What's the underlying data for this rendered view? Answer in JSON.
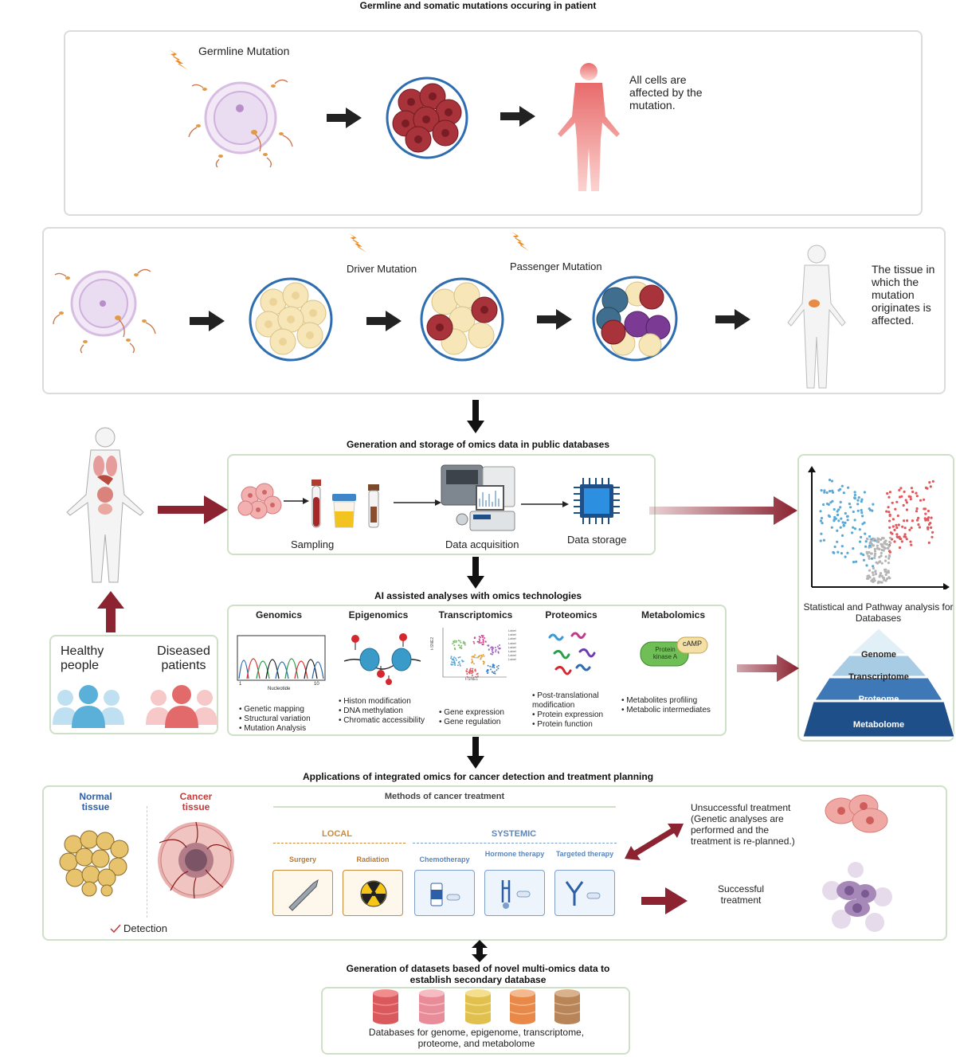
{
  "top_title": "Germline and somatic mutations occuring in patient",
  "germline": {
    "label": "Germline Mutation",
    "outcome": "All cells are affected by the mutation."
  },
  "somatic": {
    "driver_label": "Driver Mutation",
    "passenger_label": "Passenger Mutation",
    "outcome": "The tissue in which the mutation originates is affected."
  },
  "omics_generation": {
    "title": "Generation and storage of omics data in public databases",
    "sampling": "Sampling",
    "acquisition": "Data acquisition",
    "storage": "Data storage"
  },
  "people": {
    "healthy": "Healthy people",
    "diseased": "Diseased patients"
  },
  "ai": {
    "title": "AI assisted analyses with omics technologies",
    "columns": [
      {
        "name": "Genomics",
        "items": [
          "Genetic mapping",
          "Structural variation",
          "Mutation Analysis"
        ],
        "axis": "Nucleotide",
        "tick_start": "1",
        "tick_end": "10"
      },
      {
        "name": "Epigenomics",
        "items": [
          "Histon modification",
          "DNA methylation",
          "Chromatic accessibility"
        ]
      },
      {
        "name": "Transcriptomics",
        "items": [
          "Gene expression",
          "Gene regulation"
        ],
        "axis_x": "t-SNE1",
        "axis_y": "t-SNE2",
        "legend_item": "Label"
      },
      {
        "name": "Proteomics",
        "items": [
          "Post-translational modification",
          "Protein expression",
          "Protein function"
        ]
      },
      {
        "name": "Metabolomics",
        "items": [
          "Metabolites profiling",
          "Metabolic intermediates"
        ],
        "protein": "Protein kinase A",
        "camp": "cAMP"
      }
    ]
  },
  "stats": {
    "caption": "Statistical and Pathway analysis for Databases",
    "pyramid": [
      "Genome",
      "Transcriptome",
      "Proteome",
      "Metabolome"
    ]
  },
  "applications": {
    "title": "Applications of integrated omics for cancer detection and treatment planning",
    "normal": "Normal tissue",
    "cancer": "Cancer tissue",
    "detection": "Detection",
    "methods_title": "Methods of cancer treatment",
    "local": "LOCAL",
    "systemic": "SYSTEMIC",
    "treatments": [
      "Surgery",
      "Radiation",
      "Chemotherapy",
      "Hormone therapy",
      "Targeted therapy"
    ],
    "unsuccessful": "Unsuccessful treatment (Genetic analyses are performed and the treatment is re-planned.)",
    "successful": "Successful treatment"
  },
  "secondary": {
    "title": "Generation of datasets based of novel multi-omics data to establish secondary database",
    "caption": "Databases for genome, epigenome, transcriptome, proteome, and metabolome"
  },
  "colors": {
    "panel_border": "#cfe0c8",
    "dark_red_arrow": "#8b2331",
    "pyramid": [
      "#e1eff7",
      "#a8cce4",
      "#3f78b6",
      "#1e4f88"
    ]
  }
}
